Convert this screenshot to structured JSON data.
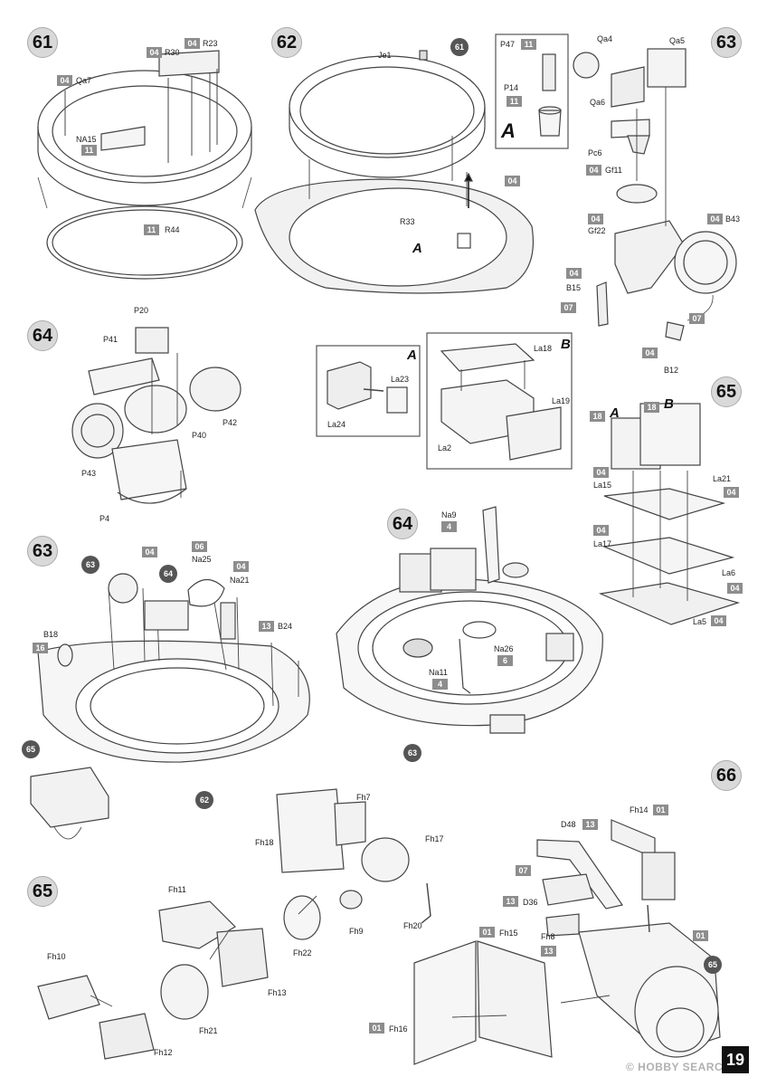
{
  "page_number": "19",
  "watermark": "© HOBBY SEARCH",
  "step_61": {
    "number": "61",
    "sprue_na15": "11",
    "label_na15": "NA15",
    "sprue_r30": "04",
    "label_r30": "R30",
    "sprue_r23": "04",
    "label_r23": "R23",
    "sprue_qa7": "04",
    "label_qa7": "Qa7",
    "sprue_r44": "11",
    "label_r44": "R44"
  },
  "step_62": {
    "number": "62",
    "label_je1": "Je1",
    "ref_61": "61",
    "label_r33": "R33",
    "sprue_base": "04",
    "marker_a": "A",
    "inset_a": {
      "letter": "A",
      "label_p47": "P47",
      "sprue_p47": "11",
      "label_p14": "P14",
      "sprue_p14": "11"
    }
  },
  "step_63_top": {
    "number": "63",
    "label_qa4": "Qa4",
    "label_qa5": "Qa5",
    "label_qa6": "Qa6",
    "label_pc6": "Pc6",
    "sprue_gf11": "04",
    "label_gf11": "Gf11",
    "sprue_gf22": "04",
    "label_gf22": "Gf22",
    "sprue_b43": "04",
    "label_b43": "B43",
    "sprue_b15": "04",
    "label_b15": "B15",
    "sprue_07a": "07",
    "sprue_07b": "07",
    "sprue_b12": "04",
    "label_b12": "B12"
  },
  "step_64_top": {
    "number": "64",
    "label_p20": "P20",
    "label_p41": "P41",
    "label_p42": "P42",
    "label_p40": "P40",
    "label_p43": "P43",
    "label_p4": "P4"
  },
  "detail_a": {
    "letter": "A",
    "label_la23": "La23",
    "label_la24": "La24"
  },
  "detail_b": {
    "letter": "B",
    "label_la18": "La18",
    "label_la19": "La19",
    "label_la2": "La2"
  },
  "step_65_top": {
    "number": "65",
    "tag_a": "18",
    "letter_a": "A",
    "tag_b": "18",
    "letter_b": "B",
    "sprue_la15": "04",
    "label_la15": "La15",
    "label_la21": "La21",
    "sprue_la21": "04",
    "sprue_la17": "04",
    "label_la17": "La17",
    "label_la6": "La6",
    "sprue_la6": "04",
    "label_la5": "La5",
    "sprue_la5": "04"
  },
  "step_63_mid": {
    "number": "63",
    "ref_63": "63",
    "ref_64": "64",
    "sprue_04": "04",
    "sprue_na25": "06",
    "label_na25": "Na25",
    "sprue_na21": "04",
    "label_na21": "Na21",
    "label_b18": "B18",
    "sprue_b18": "16",
    "sprue_b24": "13",
    "label_b24": "B24",
    "ref_65": "65",
    "ref_62": "62"
  },
  "step_64_mid": {
    "number": "64",
    "label_na9": "Na9",
    "sprue_na9": "4",
    "label_na26": "Na26",
    "sprue_na26": "6",
    "label_na11": "Na11",
    "sprue_na11": "4",
    "ref_63": "63"
  },
  "step_65_bot": {
    "number": "65",
    "label_fh7": "Fh7",
    "label_fh18": "Fh18",
    "label_fh17": "Fh17",
    "label_fh9": "Fh9",
    "label_fh20": "Fh20",
    "label_fh11": "Fh11",
    "label_fh22": "Fh22",
    "label_fh13": "Fh13",
    "label_fh10": "Fh10",
    "label_fh21": "Fh21",
    "label_fh12": "Fh12"
  },
  "step_66": {
    "number": "66",
    "label_fh14": "Fh14",
    "sprue_fh14": "01",
    "label_d48": "D48",
    "sprue_d48": "13",
    "sprue_07": "07",
    "sprue_d36": "13",
    "label_d36": "D36",
    "label_fh8": "Fh8",
    "sprue_fh8": "13",
    "sprue_fh15": "01",
    "label_fh15": "Fh15",
    "sprue_01": "01",
    "ref_65": "65",
    "sprue_fh16": "01",
    "label_fh16": "Fh16"
  }
}
